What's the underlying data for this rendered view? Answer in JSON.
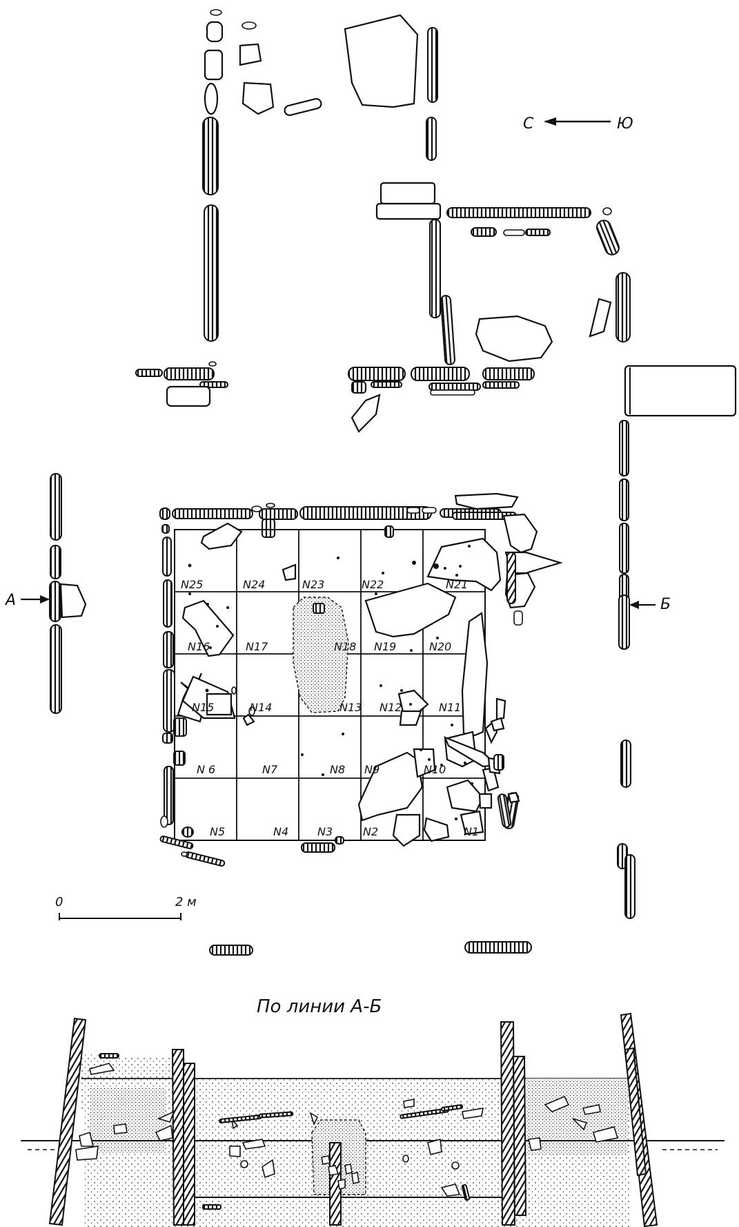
{
  "compass": {
    "north": "С",
    "south": "Ю"
  },
  "section_marks": {
    "a": "А",
    "b": "Б"
  },
  "scale": {
    "zero": "0",
    "end": "2 м"
  },
  "section_title": "По линии А-Б",
  "squares": [
    "N25",
    "N24",
    "N23",
    "N22",
    "N21",
    "N16",
    "N17",
    "N18",
    "N19",
    "N20",
    "N15",
    "N14",
    "N13",
    "N12",
    "N11",
    "N 6",
    "N7",
    "N8",
    "N9",
    "N10",
    "N5",
    "N4",
    "N3",
    "N2",
    "N1"
  ]
}
